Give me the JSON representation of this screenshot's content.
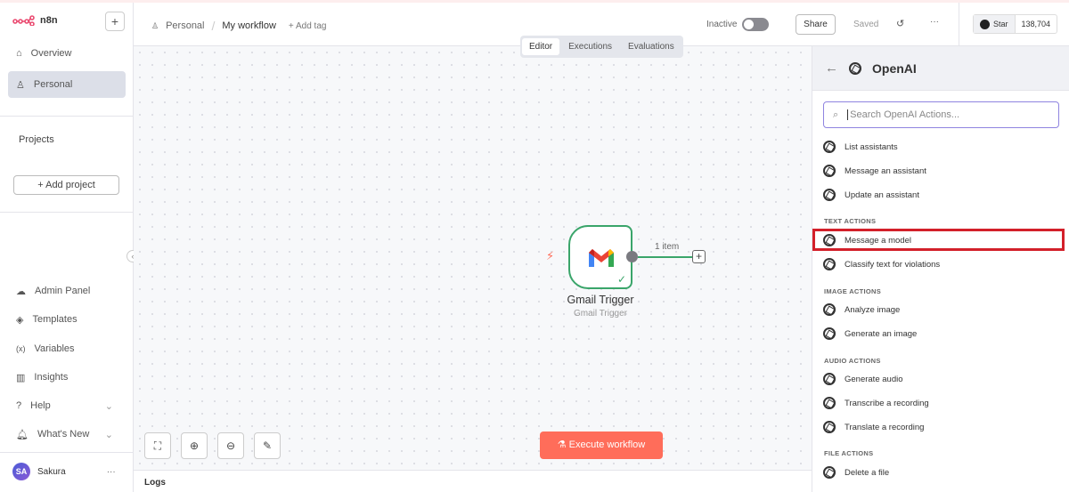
{
  "app": {
    "name": "n8n"
  },
  "sidebar": {
    "items": [
      {
        "label": "Overview"
      },
      {
        "label": "Personal"
      }
    ],
    "projects_label": "Projects",
    "add_project": "+ Add project",
    "bottom": [
      {
        "label": "Admin Panel"
      },
      {
        "label": "Templates"
      },
      {
        "label": "Variables"
      },
      {
        "label": "Insights"
      },
      {
        "label": "Help"
      },
      {
        "label": "What's New"
      }
    ],
    "user": {
      "initials": "SA",
      "name": "Sakura"
    }
  },
  "header": {
    "breadcrumb": "Personal",
    "workflow": "My workflow",
    "add_tag": "+ Add tag",
    "status": "Inactive",
    "share": "Share",
    "saved": "Saved",
    "more": "···",
    "github_star": "Star",
    "github_count": "138,704"
  },
  "tabs": [
    {
      "label": "Editor"
    },
    {
      "label": "Executions"
    },
    {
      "label": "Evaluations"
    }
  ],
  "node": {
    "title": "Gmail Trigger",
    "subtitle": "Gmail Trigger",
    "output_label": "1 item"
  },
  "canvas": {
    "execute": "Execute workflow",
    "logs": "Logs"
  },
  "panel": {
    "title": "OpenAI",
    "search_placeholder": "Search OpenAI Actions...",
    "items": [
      "List assistants",
      "Message an assistant",
      "Update an assistant"
    ],
    "sections": [
      {
        "title": "TEXT ACTIONS",
        "items": [
          "Message a model",
          "Classify text for violations"
        ]
      },
      {
        "title": "IMAGE ACTIONS",
        "items": [
          "Analyze image",
          "Generate an image"
        ]
      },
      {
        "title": "AUDIO ACTIONS",
        "items": [
          "Generate audio",
          "Transcribe a recording",
          "Translate a recording"
        ]
      },
      {
        "title": "FILE ACTIONS",
        "items": [
          "Delete a file"
        ]
      }
    ]
  }
}
